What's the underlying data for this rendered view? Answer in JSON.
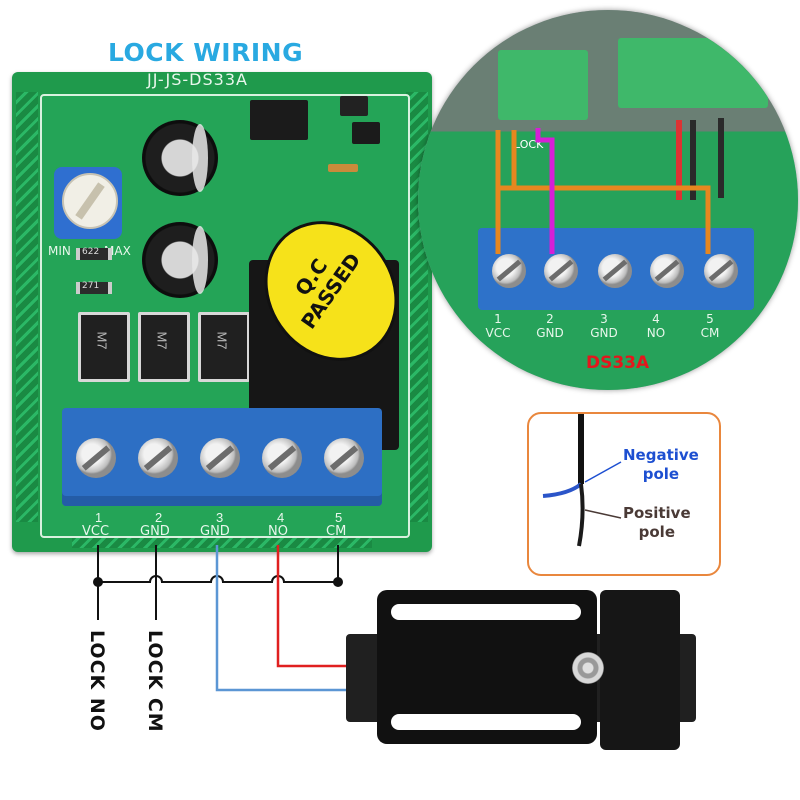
{
  "title": "LOCK WIRING",
  "board": {
    "model": "JJ-JS-DS33A",
    "pot_min": "MIN",
    "pot_max": "MAX",
    "stamp": "Q.C\nPASSED",
    "diode_label": "M7",
    "resistor_1": "622",
    "resistor_2": "271",
    "terminals": [
      {
        "num": "1",
        "label": "VCC"
      },
      {
        "num": "2",
        "label": "GND"
      },
      {
        "num": "3",
        "label": "GND"
      },
      {
        "num": "4",
        "label": "NO"
      },
      {
        "num": "5",
        "label": "CM"
      }
    ]
  },
  "zoom": {
    "model": "DS33A",
    "top_label": "LOCK",
    "terminals": [
      {
        "num": "1",
        "label": "VCC"
      },
      {
        "num": "2",
        "label": "GND"
      },
      {
        "num": "3",
        "label": "GND"
      },
      {
        "num": "4",
        "label": "NO"
      },
      {
        "num": "5",
        "label": "CM"
      }
    ],
    "colors": {
      "orange_wire": "#e6871f",
      "magenta_wire": "#d61fd6"
    }
  },
  "polarity": {
    "negative": "Negative\npole",
    "positive": "Positive\npole",
    "negative_color": "#1d4fd1",
    "positive_color": "#4a3a36"
  },
  "wiring": {
    "lock_no": "LOCK NO",
    "lock_cm": "LOCK CM",
    "red_wire_color": "#e02020",
    "blue_wire_color": "#5b96d4"
  }
}
